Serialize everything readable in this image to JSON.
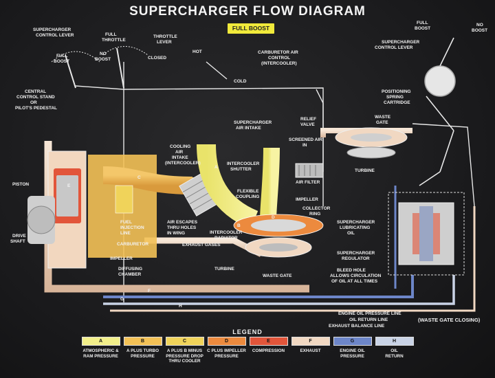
{
  "title": "SUPERCHARGER FLOW DIAGRAM",
  "badge": "FULL BOOST",
  "labels": {
    "supercharger_control_lever_left": [
      "SUPERCHARGER",
      "CONTROL LEVER"
    ],
    "full_throttle": [
      "FULL",
      "THROTTLE"
    ],
    "throttle_lever": [
      "THROTTLE",
      "LEVER"
    ],
    "full_boost_left": [
      "FULL",
      "BOOST"
    ],
    "no_boost_left": [
      "NO",
      "BOOST"
    ],
    "closed": "CLOSED",
    "hot": "HOT",
    "cold": "COLD",
    "carburetor_air_control": [
      "CARBURETOR AIR",
      "CONTROL",
      "(INTERCOOLER)"
    ],
    "central_control_stand": [
      "CENTRAL",
      "CONTROL STAND",
      "OR",
      "PILOT'S PEDESTAL"
    ],
    "supercharger_air_intake": [
      "SUPERCHARGER",
      "AIR INTAKE"
    ],
    "relief_valve": [
      "RELIEF",
      "VALVE"
    ],
    "screened_air_in": [
      "SCREENED AIR",
      "IN"
    ],
    "cooling_air_intake": [
      "COOLING",
      "AIR",
      "INTAKE",
      "(INTERCOOLER)"
    ],
    "intercooler_shutter": [
      "INTERCOOLER",
      "SHUTTER"
    ],
    "flexible_coupling": [
      "FLEXIBLE",
      "COUPLING"
    ],
    "air_filter": "AIR FILTER",
    "impeller_right": "IMPELLER",
    "collector_ring": [
      "COLLECTOR",
      "RING"
    ],
    "supercharger_lubricating_oil": [
      "SUPERCHARGER",
      "LUBRICATING",
      "OIL"
    ],
    "piston": "PISTON",
    "drive_shaft": [
      "DRIVE",
      "SHAFT"
    ],
    "fuel_injection_line": [
      "FUEL",
      "INJECTION",
      "LINE"
    ],
    "carburetor": "CARBURETOR",
    "impeller_left": "IMPELLER",
    "diffusing_chamber": [
      "DIFFUSING",
      "CHAMBER"
    ],
    "air_escapes": [
      "AIR ESCAPES",
      "THRU HOLES",
      "IN WING"
    ],
    "intercooler_radiator": [
      "INTERCOOLER",
      "RADIATOR"
    ],
    "exhaust_gases": "EXHAUST GASES",
    "turbine_lower": "TURBINE",
    "waste_gate_lower": "WASTE GATE",
    "turbine_upper": "TURBINE",
    "waste_gate_upper": [
      "WASTE",
      "GATE"
    ],
    "positioning_spring_cartridge": [
      "POSITIONING",
      "SPRING",
      "CARTRIDGE"
    ],
    "full_boost_right": [
      "FULL",
      "BOOST"
    ],
    "no_boost_right": [
      "NO",
      "BOOST"
    ],
    "supercharger_control_lever_right": [
      "SUPERCHARGER",
      "CONTROL LEVER"
    ],
    "supercharger_regulator": [
      "SUPERCHARGER",
      "REGULATOR"
    ],
    "bleed_hole": [
      "BLEED HOLE",
      "ALLOWS CIRCULATION",
      "OF OIL AT ALL TIMES"
    ],
    "engine_oil_pressure_line": "ENGINE OIL PRESSURE LINE",
    "oil_return_line": "OIL RETURN LINE",
    "exhaust_balance_line": "EXHAUST BALANCE LINE",
    "waste_gate_closing": "(WASTE GATE CLOSING)",
    "line_letters": [
      "A",
      "B",
      "C",
      "D",
      "E",
      "F",
      "G",
      "H"
    ]
  },
  "legend": {
    "title": "LEGEND",
    "items": [
      {
        "letter": "A",
        "color": "#f2ef8a",
        "label": [
          "ATMOSPHERIC &",
          "RAM PRESSURE"
        ]
      },
      {
        "letter": "B",
        "color": "#f3c156",
        "label": [
          "A PLUS TURBO",
          "PRESSURE"
        ]
      },
      {
        "letter": "C",
        "color": "#f0d35a",
        "label": [
          "A PLUS B MINUS",
          "PRESSURE DROP",
          "THRU COOLER"
        ]
      },
      {
        "letter": "D",
        "color": "#ec8a3e",
        "label": [
          "C PLUS IMPELLER",
          "PRESSURE"
        ]
      },
      {
        "letter": "E",
        "color": "#e2553a",
        "label": [
          "COMPRESSION"
        ]
      },
      {
        "letter": "F",
        "color": "#f1d8c2",
        "label": [
          "EXHAUST"
        ]
      },
      {
        "letter": "G",
        "color": "#6d86c9",
        "label": [
          "ENGINE OIL",
          "PRESSURE"
        ]
      },
      {
        "letter": "H",
        "color": "#c9d3e6",
        "label": [
          "OIL",
          "RETURN"
        ]
      }
    ]
  }
}
